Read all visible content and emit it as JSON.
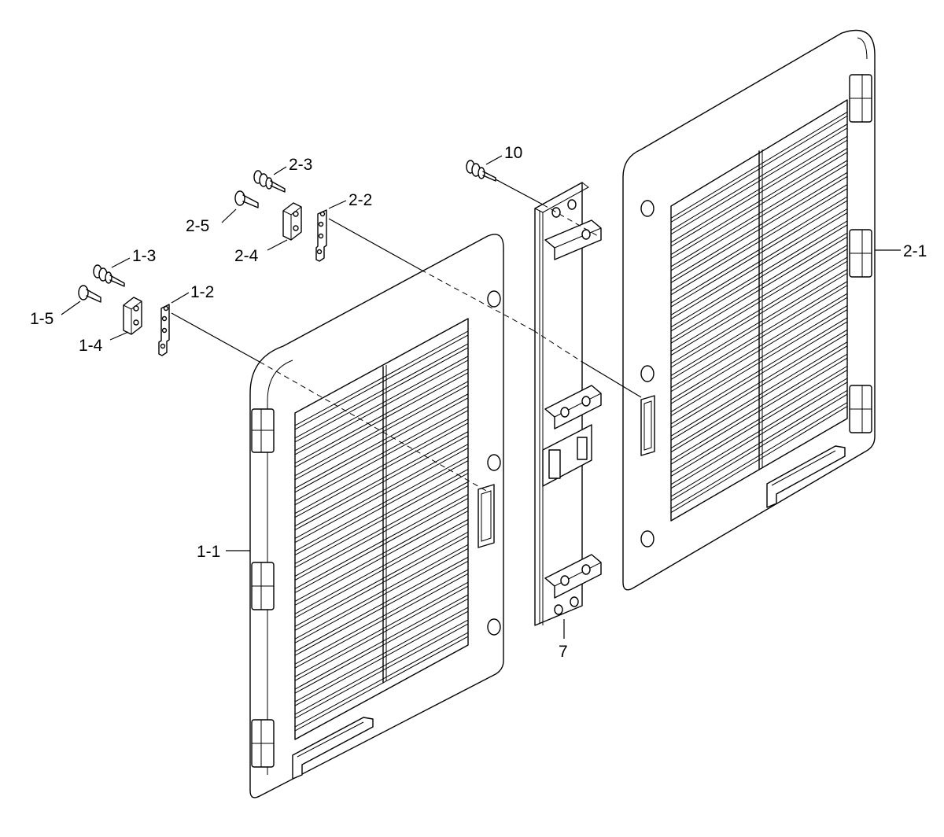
{
  "labels": {
    "l_1_1": "1-1",
    "l_1_2": "1-2",
    "l_1_3": "1-3",
    "l_1_4": "1-4",
    "l_1_5": "1-5",
    "l_2_1": "2-1",
    "l_2_2": "2-2",
    "l_2_3": "2-3",
    "l_2_4": "2-4",
    "l_2_5": "2-5",
    "l_7": "7",
    "l_10": "10"
  },
  "colors": {
    "line": "#000000",
    "background": "#ffffff"
  }
}
